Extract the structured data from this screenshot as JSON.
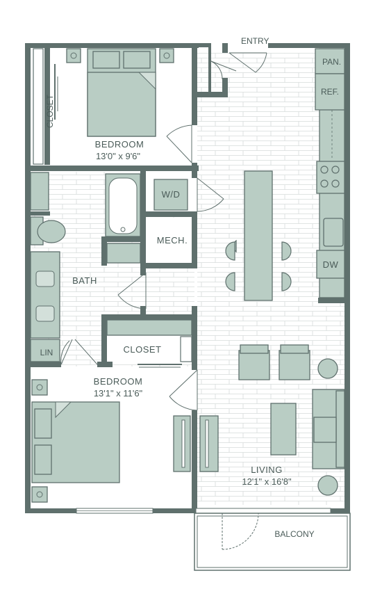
{
  "plan": {
    "entry": "ENTRY",
    "pantry": "PAN.",
    "refrigerator": "REF.",
    "closet_top": "CLOSET",
    "bedroom1": {
      "name": "BEDROOM",
      "size": "13'0\" x 9'6\""
    },
    "washer_dryer": "W/D",
    "mech": "MECH.",
    "bath": "BATH",
    "dishwasher": "DW",
    "linen": "LIN",
    "closet2": "CLOSET",
    "bedroom2": {
      "name": "BEDROOM",
      "size": "13'1\" x 11'6\""
    },
    "living": {
      "name": "LIVING",
      "size": "12'1\" x 16'8\""
    },
    "balcony": "BALCONY"
  },
  "colors": {
    "wall": "#5f706d",
    "fixture": "#b9cdc4",
    "floor_line": "#d6dbda",
    "text": "#4a5b58"
  }
}
